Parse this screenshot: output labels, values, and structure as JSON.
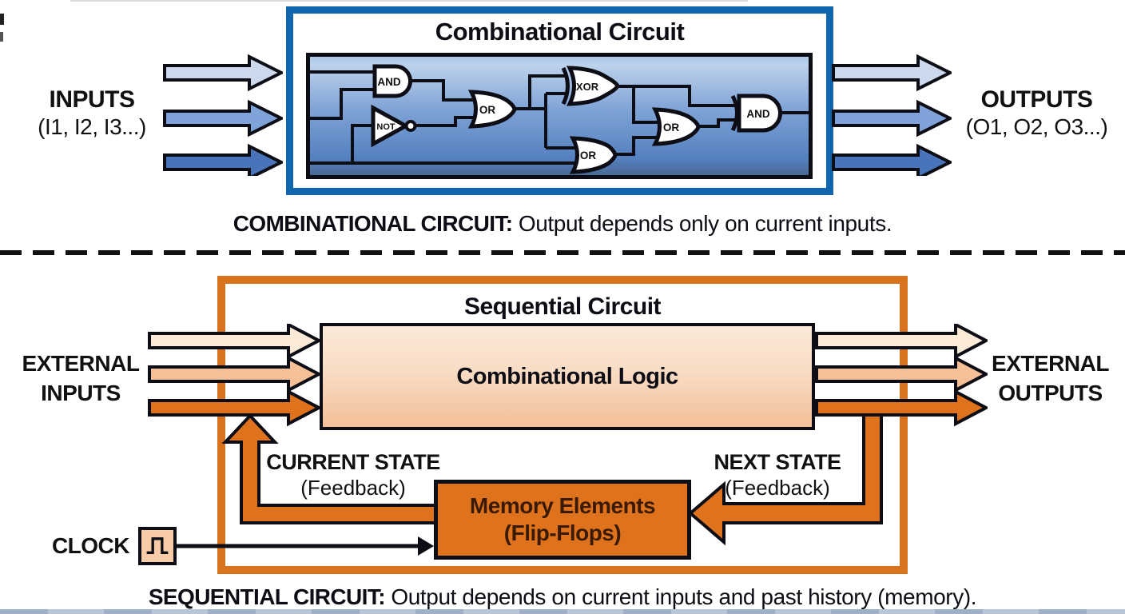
{
  "colors": {
    "blue_border": "#1166ae",
    "circuit_fill_top": "#bdd2ec",
    "circuit_fill_bottom": "#49678f",
    "arrow_blue_light": "#ccd9ec",
    "arrow_blue_mid": "#7fa3d8",
    "arrow_blue_dark": "#4a74ba",
    "orange_border": "#d9731e",
    "orange_fill": "#df731d",
    "logic_fill_light": "#fbe9d9",
    "logic_fill_dark": "#f3bf98",
    "arrow_orange_light": "#fcead9",
    "arrow_orange_mid": "#f5bf98",
    "arrow_orange_dark": "#df731d",
    "memory_text": "#3b1a04",
    "wire": "#0d0d15"
  },
  "combinational": {
    "title": "Combinational Circuit",
    "inputs_label": "INPUTS",
    "inputs_sub": "(I1, I2, I3...)",
    "outputs_label": "OUTPUTS",
    "outputs_sub": "(O1, O2, O3...)",
    "gates": [
      {
        "label": "AND"
      },
      {
        "label": "NOT"
      },
      {
        "label": "OR"
      },
      {
        "label": "XOR"
      },
      {
        "label": "OR"
      },
      {
        "label": "OR"
      },
      {
        "label": "AND"
      }
    ],
    "caption_bold": "COMBINATIONAL CIRCUIT:",
    "caption_rest": " Output depends only on current inputs."
  },
  "sequential": {
    "title": "Sequential Circuit",
    "logic_box_label": "Combinational Logic",
    "memory_line1": "Memory Elements",
    "memory_line2": "(Flip-Flops)",
    "current_state": "CURRENT STATE",
    "current_state_sub": "(Feedback)",
    "next_state": "NEXT STATE",
    "next_state_sub": "(Feedback)",
    "clock_label": "CLOCK",
    "ext_inputs_line1": "EXTERNAL",
    "ext_inputs_line2": "INPUTS",
    "ext_outputs_line1": "EXTERNAL",
    "ext_outputs_line2": "OUTPUTS",
    "caption_bold": "SEQUENTIAL CIRCUIT:",
    "caption_rest": " Output depends on current inputs and past history (memory)."
  }
}
